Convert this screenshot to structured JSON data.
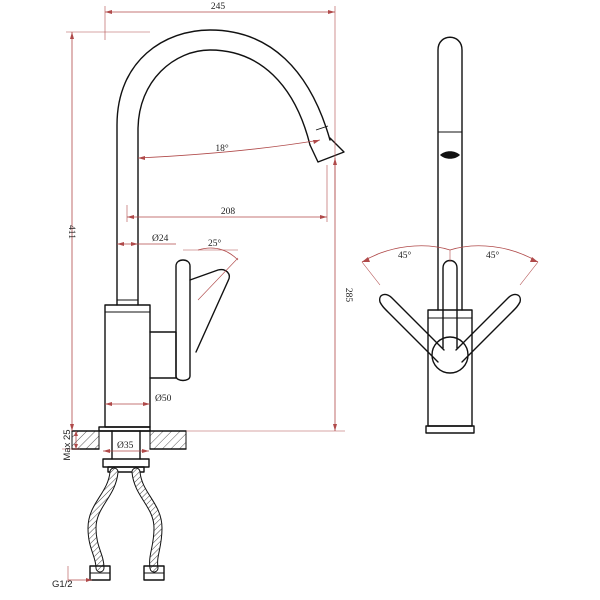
{
  "colors": {
    "outline": "#111111",
    "dimension": "#b04a4a",
    "background": "#ffffff"
  },
  "dimensions": {
    "overall_width": "245",
    "overall_height": "411",
    "spout_reach": "208",
    "spout_height": "285",
    "spout_angle": "18°",
    "spout_diameter": "Ø24",
    "lever_angle": "25°",
    "base_diameter": "Ø50",
    "shank_diameter": "Ø35",
    "max_deck": "Max 25",
    "connection": "G1/2",
    "rotation_left": "45°",
    "rotation_right": "45°"
  }
}
